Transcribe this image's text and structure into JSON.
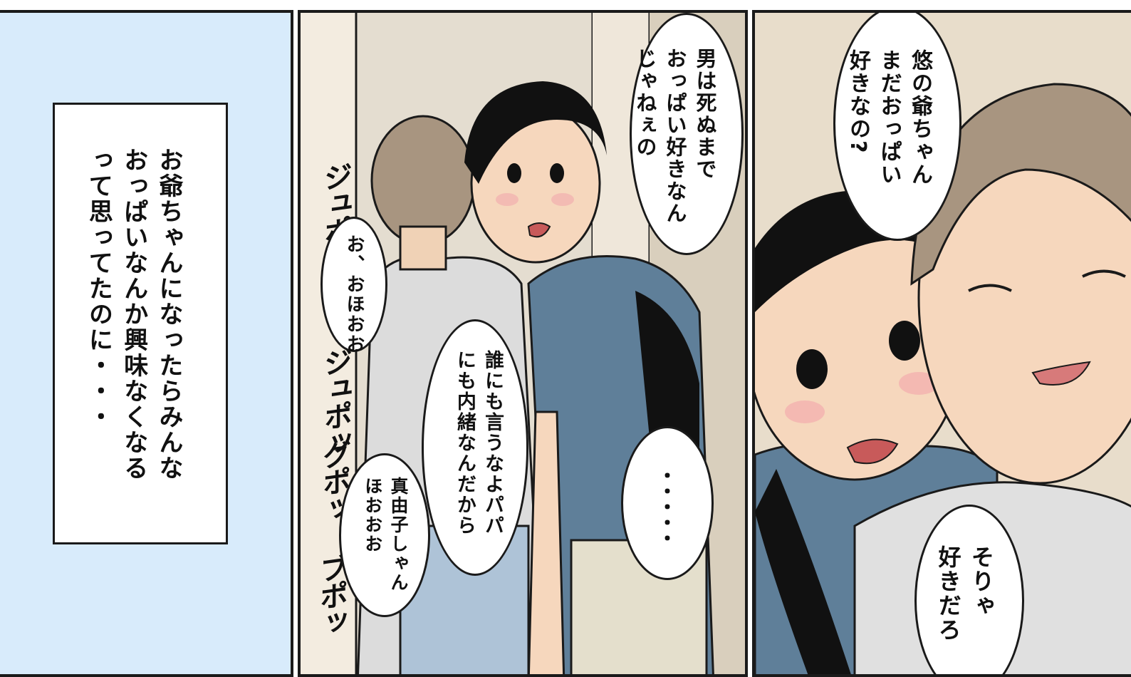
{
  "panels": {
    "left": {
      "caption": "お爺ちゃんになったらみんな\nおっぱいなんか興味なくなる\nって思ってたのに・・・"
    },
    "middle": {
      "bubble_top": "男は死ぬまで\nおっぱい好きなん\nじゃねぇの",
      "bubble_oho": "お、おほおお",
      "bubble_secret": "誰にも言うなよパパ\nにも内緒なんだから",
      "bubble_mayuko": "真由子しゃん\nほおおお",
      "bubble_dots": "・・・・・",
      "sfx": [
        "ジュポッ",
        "ジュポッ",
        "グポッ",
        "ブポッ"
      ]
    },
    "right": {
      "bubble_question": "悠の爺ちゃん\nまだおっぱい\n好きなの?",
      "bubble_answer": "そりゃ\n好きだろ"
    }
  }
}
